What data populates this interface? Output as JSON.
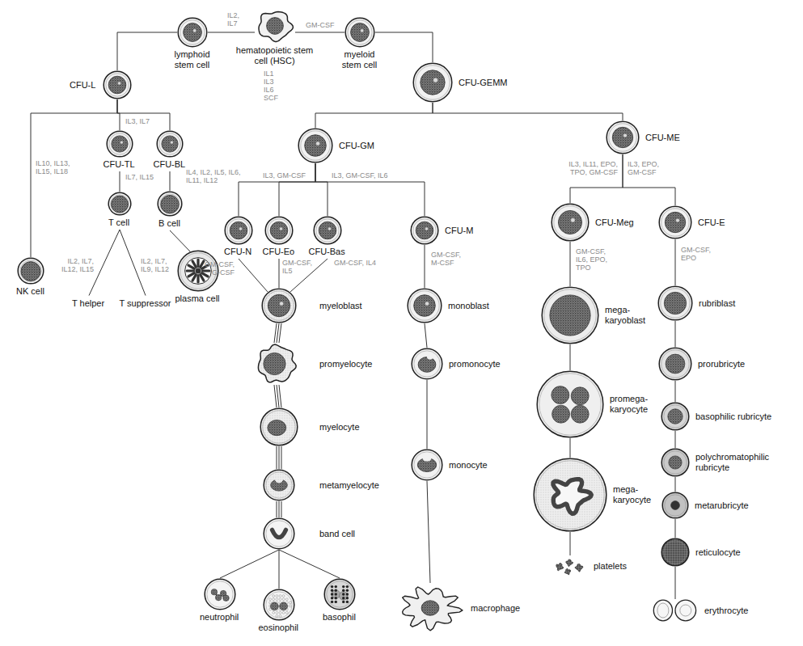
{
  "diagram": {
    "nodes": [
      {
        "text": [
          "hematopoietic stem cell (HSC)"
        ]
      },
      {
        "text": [
          "lymphoid stem cell"
        ]
      },
      {
        "text": [
          "myeloid stem cell"
        ]
      },
      {
        "text": [
          "CFU-L"
        ]
      },
      {
        "text": [
          "CFU-GEMM"
        ]
      },
      {
        "text": [
          "CFU-TL"
        ]
      },
      {
        "text": [
          "CFU-BL"
        ]
      },
      {
        "text": [
          "CFU-GM"
        ]
      },
      {
        "text": [
          "CFU-ME"
        ]
      },
      {
        "text": [
          "NK cell"
        ]
      },
      {
        "text": [
          "T cell"
        ]
      },
      {
        "text": [
          "B cell"
        ]
      },
      {
        "text": [
          "T helper"
        ]
      },
      {
        "text": [
          "T suppressor"
        ]
      },
      {
        "text": [
          "plasma cell"
        ]
      },
      {
        "text": [
          "CFU-N"
        ]
      },
      {
        "text": [
          "CFU-Eo"
        ]
      },
      {
        "text": [
          "CFU-Bas"
        ]
      },
      {
        "text": [
          "CFU-M"
        ]
      },
      {
        "text": [
          "CFU-Meg"
        ]
      },
      {
        "text": [
          "CFU-E"
        ]
      },
      {
        "text": [
          "myeloblast"
        ]
      },
      {
        "text": [
          "promyelocyte"
        ]
      },
      {
        "text": [
          "myelocyte"
        ]
      },
      {
        "text": [
          "metamyelocyte"
        ]
      },
      {
        "text": [
          "band cell"
        ]
      },
      {
        "text": [
          "neutrophil"
        ]
      },
      {
        "text": [
          "eosinophil"
        ]
      },
      {
        "text": [
          "basophil"
        ]
      },
      {
        "text": [
          "monoblast"
        ]
      },
      {
        "text": [
          "promonocyte"
        ]
      },
      {
        "text": [
          "monocyte"
        ]
      },
      {
        "text": [
          "macrophage"
        ]
      },
      {
        "text": [
          "mega- karyoblast"
        ]
      },
      {
        "text": [
          "promega- karyocyte"
        ]
      },
      {
        "text": [
          "mega- karyocyte"
        ]
      },
      {
        "text": [
          "platelets"
        ]
      },
      {
        "text": [
          "rubriblast"
        ]
      },
      {
        "text": [
          "prorubricyte"
        ]
      },
      {
        "text": [
          "basophilic rubricyte"
        ]
      },
      {
        "text": [
          "polychromatophilic rubricyte"
        ]
      },
      {
        "text": [
          "metarubricyte"
        ]
      },
      {
        "text": [
          "reticulocyte"
        ]
      },
      {
        "text": [
          "erythrocyte"
        ]
      }
    ],
    "edges": [
      {
        "from": 0,
        "to": 1,
        "arrow": "none"
      },
      {
        "from": 0,
        "to": 2,
        "arrow": "none"
      },
      {
        "from": 1,
        "to": 3,
        "arrow": "none"
      },
      {
        "from": 2,
        "to": 4,
        "arrow": "none"
      },
      {
        "from": 3,
        "to": 9,
        "arrow": "none"
      },
      {
        "from": 3,
        "to": 5,
        "arrow": "none"
      },
      {
        "from": 3,
        "to": 6,
        "arrow": "none"
      },
      {
        "from": 4,
        "to": 7,
        "arrow": "none"
      },
      {
        "from": 4,
        "to": 8,
        "arrow": "none"
      },
      {
        "from": 5,
        "to": 10,
        "arrow": "none"
      },
      {
        "from": 6,
        "to": 11,
        "arrow": "none"
      },
      {
        "from": 10,
        "to": 12,
        "arrow": "none"
      },
      {
        "from": 10,
        "to": 13,
        "arrow": "none"
      },
      {
        "from": 11,
        "to": 14,
        "arrow": "none"
      },
      {
        "from": 7,
        "to": 15,
        "arrow": "none"
      },
      {
        "from": 7,
        "to": 16,
        "arrow": "none"
      },
      {
        "from": 7,
        "to": 17,
        "arrow": "none"
      },
      {
        "from": 7,
        "to": 18,
        "arrow": "none"
      },
      {
        "from": 8,
        "to": 19,
        "arrow": "none"
      },
      {
        "from": 8,
        "to": 20,
        "arrow": "none"
      },
      {
        "from": 15,
        "to": 21,
        "arrow": "none"
      },
      {
        "from": 16,
        "to": 21,
        "arrow": "none"
      },
      {
        "from": 17,
        "to": 21,
        "arrow": "none"
      },
      {
        "from": 21,
        "to": 22,
        "arrow": "none"
      },
      {
        "from": 22,
        "to": 23,
        "arrow": "none"
      },
      {
        "from": 23,
        "to": 24,
        "arrow": "none"
      },
      {
        "from": 24,
        "to": 25,
        "arrow": "none"
      },
      {
        "from": 25,
        "to": 26,
        "arrow": "none"
      },
      {
        "from": 25,
        "to": 27,
        "arrow": "none"
      },
      {
        "from": 25,
        "to": 28,
        "arrow": "none"
      },
      {
        "from": 18,
        "to": 29,
        "arrow": "none"
      },
      {
        "from": 29,
        "to": 30,
        "arrow": "none"
      },
      {
        "from": 30,
        "to": 31,
        "arrow": "none"
      },
      {
        "from": 31,
        "to": 32,
        "arrow": "none"
      },
      {
        "from": 19,
        "to": 33,
        "arrow": "none"
      },
      {
        "from": 33,
        "to": 34,
        "arrow": "none"
      },
      {
        "from": 34,
        "to": 35,
        "arrow": "none"
      },
      {
        "from": 35,
        "to": 36,
        "arrow": "none"
      },
      {
        "from": 20,
        "to": 37,
        "arrow": "none"
      },
      {
        "from": 37,
        "to": 38,
        "arrow": "none"
      },
      {
        "from": 38,
        "to": 39,
        "arrow": "none"
      },
      {
        "from": 39,
        "to": 40,
        "arrow": "none"
      },
      {
        "from": 40,
        "to": 41,
        "arrow": "none"
      },
      {
        "from": 41,
        "to": 42,
        "arrow": "none"
      },
      {
        "from": 42,
        "to": 43,
        "arrow": "none"
      }
    ],
    "labels": [
      "IL2, IL7",
      "GM-CSF",
      "IL1 IL3 IL6 SCF",
      "IL3, IL7",
      "IL10, IL13, IL15, IL18",
      "IL7, IL15",
      "IL4, IL2, IL5, IL6, IL11, IL12",
      "IL2, IL7, IL12, IL15",
      "IL2, IL7, IL9, IL12",
      "IL3, GM-CSF",
      "IL3, GM-CSF, IL6",
      "IL3, IL11, EPO, TPO, GM-CSF",
      "IL3, EPO, GM-CSF",
      "GM-CSF, G-CSF",
      "GM-CSF, IL5",
      "GM-CSF, IL4",
      "GM-CSF, M-CSF",
      "GM-CSF, IL6, EPO, TPO",
      "GM-CSF, EPO"
    ]
  }
}
